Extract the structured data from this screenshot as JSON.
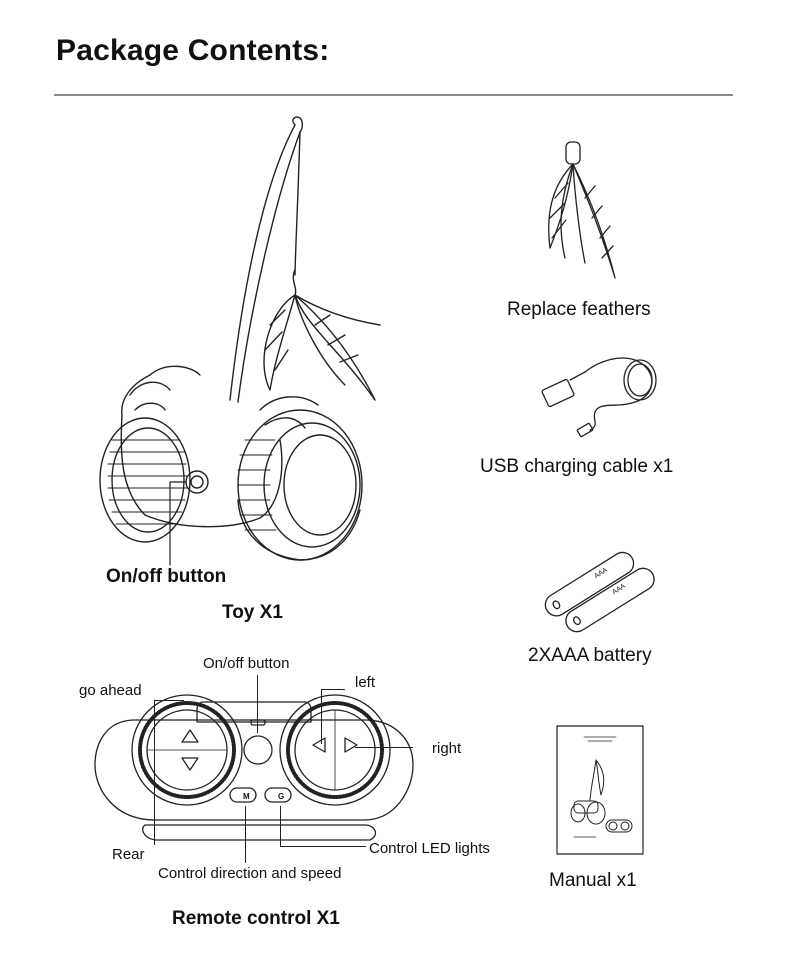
{
  "title": "Package Contents:",
  "toy": {
    "onoff_label": "On/off button",
    "name": "Toy X1"
  },
  "remote": {
    "name": "Remote control X1",
    "labels": {
      "onoff": "On/off button",
      "go_ahead": "go ahead",
      "left": "left",
      "right": "right",
      "rear": "Rear",
      "control_direction": "Control direction and speed",
      "control_led": "Control LED lights"
    },
    "buttons": {
      "m": "M",
      "g": "G"
    }
  },
  "items": {
    "feathers": "Replace feathers",
    "usb": "USB charging cable x1",
    "battery": "2XAAA battery",
    "battery_marking": "AAA",
    "manual": "Manual x1"
  },
  "colors": {
    "line": "#222222",
    "rule": "#8a8a8a"
  },
  "icons": [
    "toy-robot-icon",
    "feather-icon",
    "usb-cable-icon",
    "battery-icon",
    "manual-icon",
    "remote-control-icon"
  ]
}
